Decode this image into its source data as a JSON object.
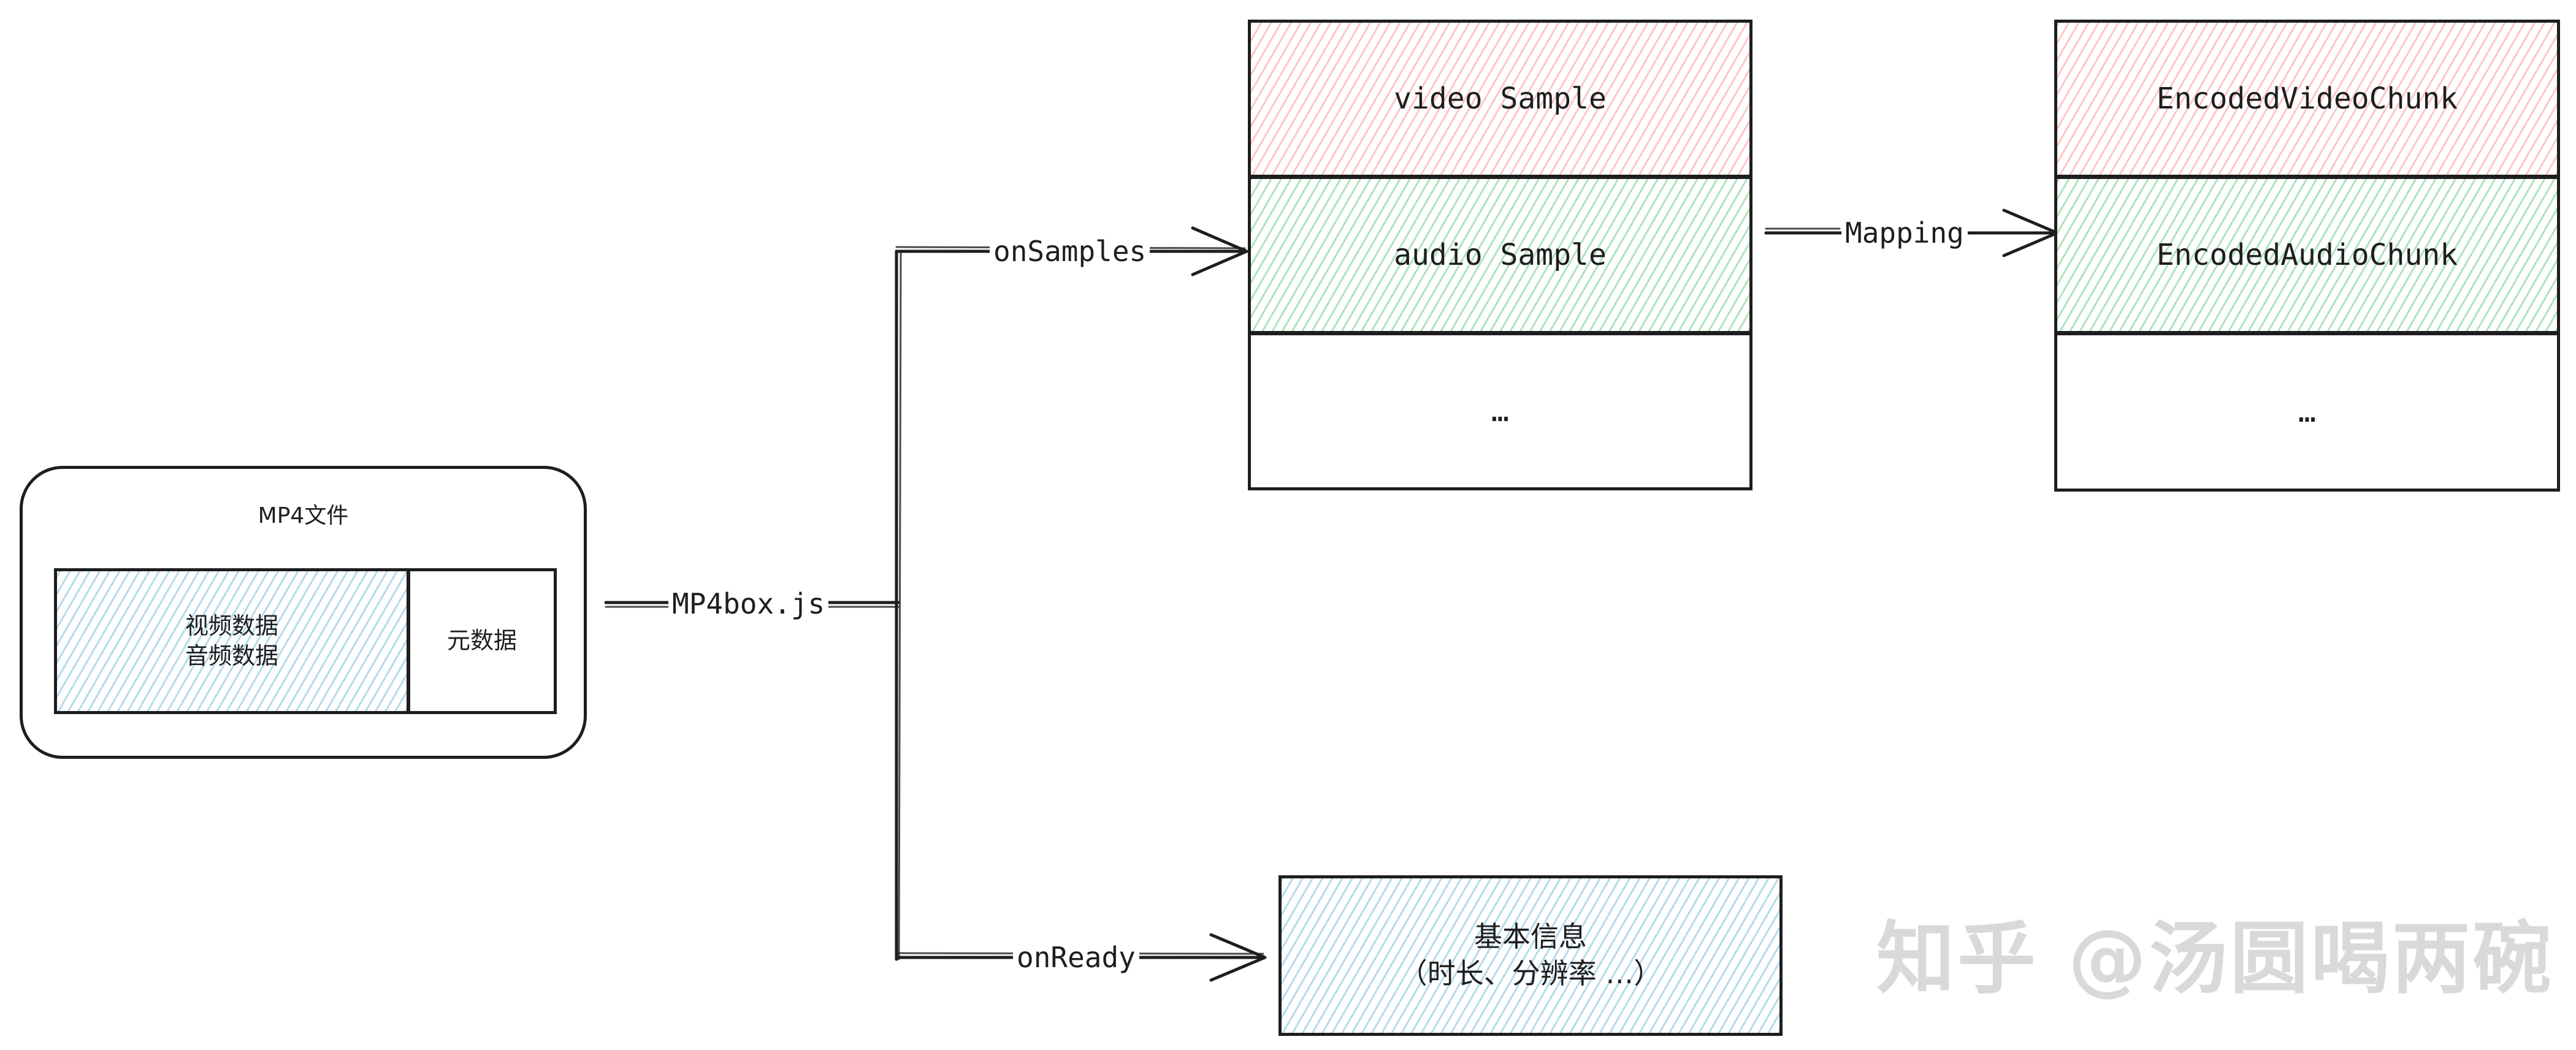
{
  "mp4_file": {
    "title": "MP4文件",
    "media_data": "视频数据\n音频数据",
    "metadata": "元数据"
  },
  "edges": {
    "parser": "MP4box.js",
    "on_samples": "onSamples",
    "on_ready": "onReady",
    "mapping": "Mapping"
  },
  "samples": [
    "video Sample",
    "audio Sample",
    "…"
  ],
  "chunks": [
    "EncodedVideoChunk",
    "EncodedAudioChunk",
    "…"
  ],
  "basic_info": "基本信息\n（时长、分辨率 …）",
  "watermark": "知乎 @汤圆喝两碗",
  "colors": {
    "stroke": "#1e1e1e",
    "video_fill": "#ffc9c9",
    "audio_fill": "#b2f2bb",
    "info_fill": "#a5d8ff"
  }
}
